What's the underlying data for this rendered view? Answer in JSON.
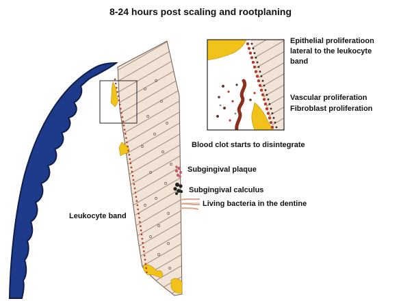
{
  "title": "8-24 hours post scaling and rootplaning",
  "labels": {
    "epithelial": [
      "Epithelial proliferatioon",
      "lateral to the leukocyte",
      "band"
    ],
    "vascular": "Vascular proliferation",
    "fibroblast": "Fibroblast proliferation",
    "blood_clot": "Blood clot starts to disintegrate",
    "plaque": "Subgingival plaque",
    "calculus": "Subgingival calculus",
    "bacteria": "Living bacteria in the dentine",
    "leukocyte": "Leukocyte band"
  },
  "colors": {
    "gingiva": "#1e3a8a",
    "gingiva_outline": "#0f1d4a",
    "tooth": "#f1e3d6",
    "hatch": "#8a7466",
    "epithelium": "#f0c21a",
    "leukocytes": "#b23b2a",
    "vessel": "#8b2f1c",
    "plaque": "#c45a6e",
    "calculus": "#222222",
    "bacteria": "#d8a58a"
  }
}
